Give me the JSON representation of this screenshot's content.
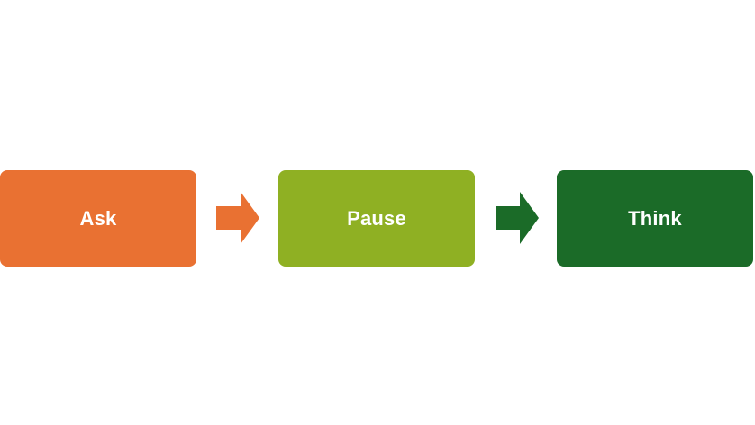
{
  "steps": [
    {
      "label": "Ask",
      "color": "#e97132"
    },
    {
      "label": "Pause",
      "color": "#8fb023"
    },
    {
      "label": "Think",
      "color": "#1b6b28"
    }
  ],
  "arrows": [
    {
      "color": "#e97132"
    },
    {
      "color": "#1b6b28"
    }
  ]
}
